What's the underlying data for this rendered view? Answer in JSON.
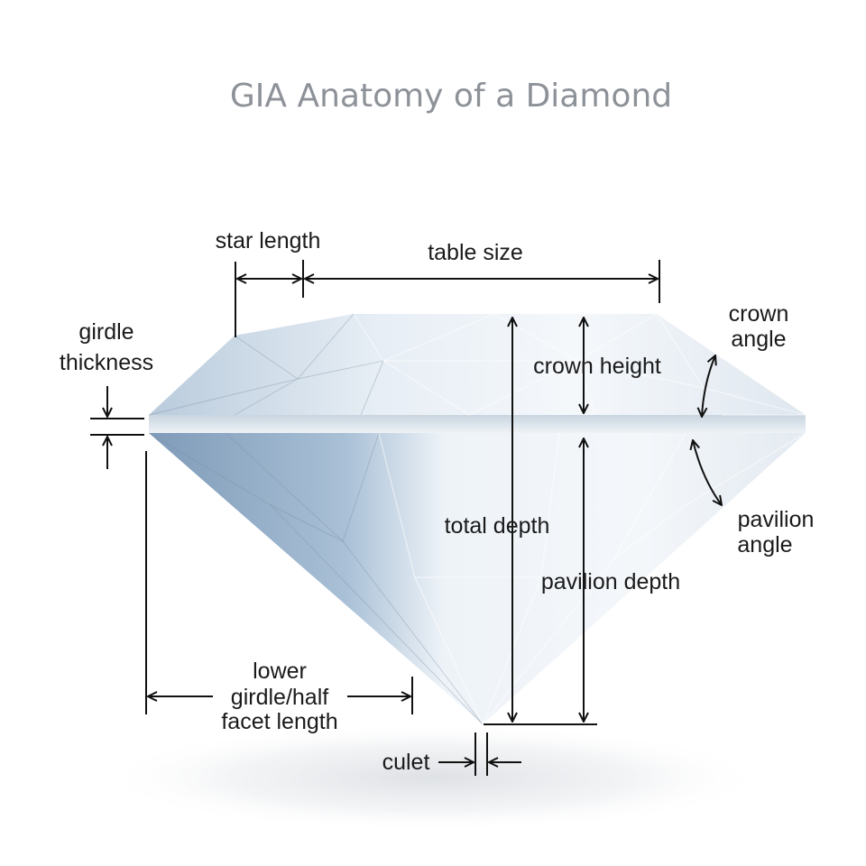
{
  "title": "GIA Anatomy of a Diamond",
  "labels": {
    "star_length": "star length",
    "table_size": "table size",
    "crown_angle_1": "crown",
    "crown_angle_2": "angle",
    "girdle_thickness_1": "girdle",
    "girdle_thickness_2": "thickness",
    "crown_height": "crown height",
    "total_depth": "total depth",
    "pavilion_depth": "pavilion depth",
    "pavilion_angle_1": "pavilion",
    "pavilion_angle_2": "angle",
    "lower_girdle_1": "lower",
    "lower_girdle_2": "girdle/half",
    "lower_girdle_3": "facet length",
    "culet": "culet"
  },
  "colors": {
    "title": "#8d9298",
    "annotation": "#111111",
    "diamond_light": "#f2f6fa",
    "diamond_shadow": "#8fa7c2"
  }
}
